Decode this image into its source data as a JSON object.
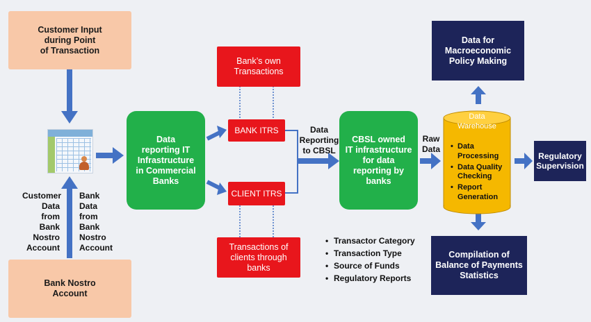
{
  "colors": {
    "peach": "#f8c8a8",
    "green": "#22b04a",
    "red": "#e8161c",
    "navy": "#1d2459",
    "arrow_blue": "#4472c4",
    "cylinder_gold": "#f5b800"
  },
  "boxes": {
    "customer_input": "Customer Input\nduring Point\nof Transaction",
    "bank_nostro_account": "Bank Nostro\nAccount",
    "data_reporting_it": "Data\nreporting IT\nInfrastructure\nin Commercial\nBanks",
    "banks_own_transactions": "Bank’s own\nTransactions",
    "bank_itrs": "BANK ITRS",
    "client_itrs": "CLIENT ITRS",
    "transactions_of_clients": "Transactions of\nclients through\nbanks",
    "cbsl_owned_it": "CBSL owned\nIT infrastructure\nfor data\nreporting by\nbanks",
    "data_for_macro": "Data for\nMacroeconomic\nPolicy Making",
    "regulatory_supervision": "Regulatory\nSupervision",
    "compilation_bop": "Compilation of\nBalance of Payments\nStatistics"
  },
  "labels": {
    "customer_data": "Customer\nData\nfrom\nBank\nNostro\nAccount",
    "bank_data": "Bank\nData\nfrom\nBank\nNostro\nAccount",
    "data_reporting_cbsl": "Data\nReporting\nto CBSL",
    "raw_data": "Raw\nData"
  },
  "data_warehouse": {
    "title": "Data\nWarehouse",
    "items": [
      "Data\nProcessing",
      "Data Quality\nChecking",
      "Report\nGeneration"
    ]
  },
  "categories": [
    "Transactor Category",
    "Transaction Type",
    "Source of Funds",
    "Regulatory Reports"
  ],
  "icons": {
    "spreadsheet": "spreadsheet-user-icon"
  }
}
